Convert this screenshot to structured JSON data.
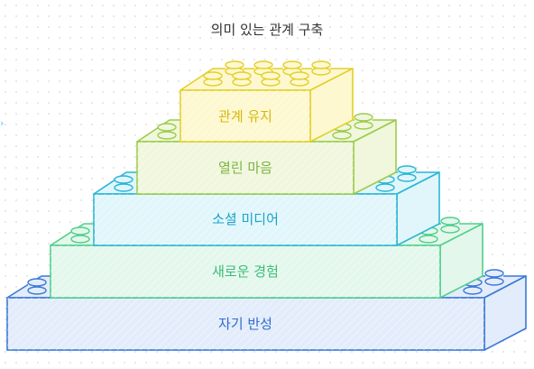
{
  "title": "의미 있는 관계 구축",
  "blocks": [
    {
      "label": "관계 유지",
      "stroke": "#e3cf2a",
      "fill": "#fdf8cf",
      "text": "#d8b70c"
    },
    {
      "label": "열린 마음",
      "stroke": "#9ccc4a",
      "fill": "#f0f7dd",
      "text": "#7cb342"
    },
    {
      "label": "소셜 미디어",
      "stroke": "#29b6d6",
      "fill": "#e1f6fb",
      "text": "#1aa3c8"
    },
    {
      "label": "새로운 경험",
      "stroke": "#4fcf8a",
      "fill": "#e4f7ec",
      "text": "#3cbc7a"
    },
    {
      "label": "자기 반성",
      "stroke": "#3b78d8",
      "fill": "#e3ecfa",
      "text": "#2f6bcf"
    }
  ]
}
